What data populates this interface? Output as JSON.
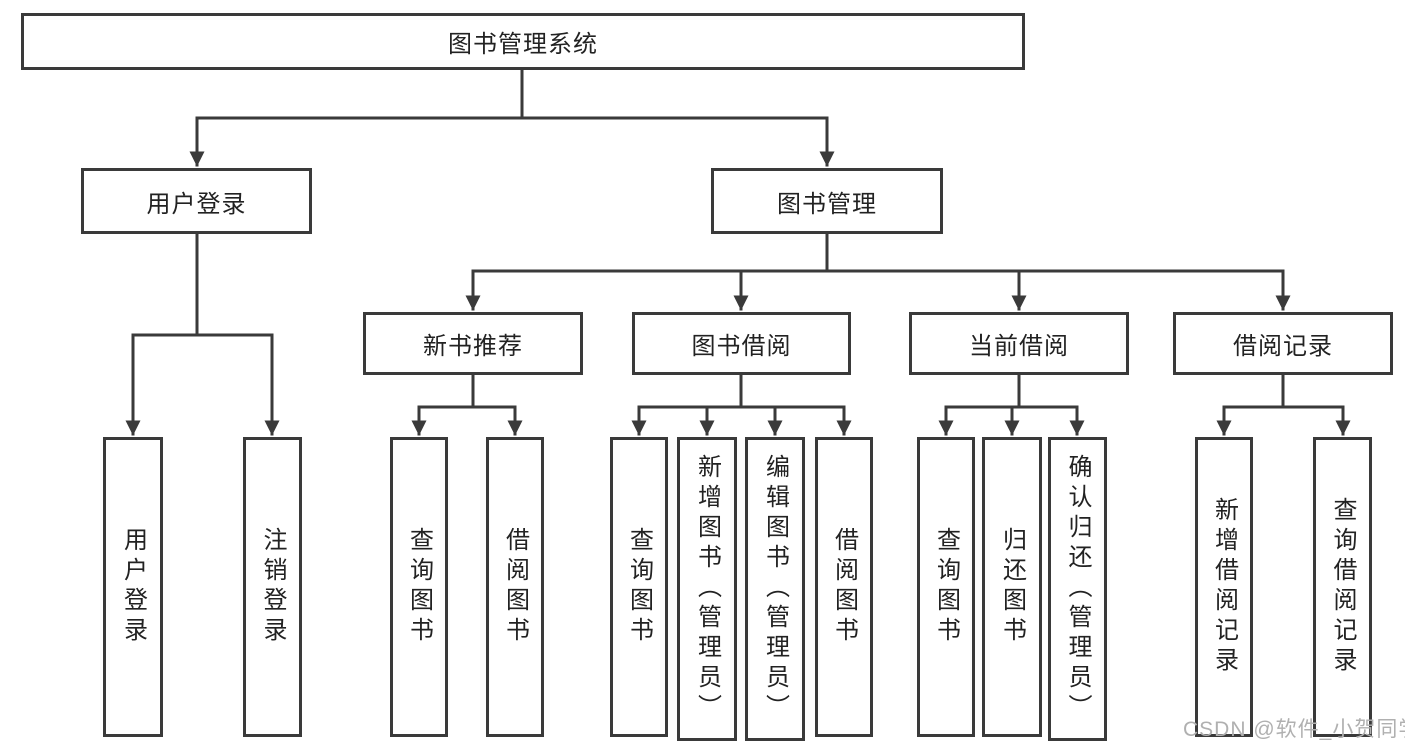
{
  "tree": {
    "root": {
      "label": "图书管理系统"
    },
    "branches": [
      {
        "label": "用户登录",
        "children": [
          {
            "label": "用户登录"
          },
          {
            "label": "注销登录"
          }
        ]
      },
      {
        "label": "图书管理",
        "children": [
          {
            "label": "新书推荐",
            "children": [
              {
                "label": "查询图书"
              },
              {
                "label": "借阅图书"
              }
            ]
          },
          {
            "label": "图书借阅",
            "children": [
              {
                "label": "查询图书"
              },
              {
                "label": "新增图书（管理员）"
              },
              {
                "label": "编辑图书（管理员）"
              },
              {
                "label": "借阅图书"
              }
            ]
          },
          {
            "label": "当前借阅",
            "children": [
              {
                "label": "查询图书"
              },
              {
                "label": "归还图书"
              },
              {
                "label": "确认归还（管理员）"
              }
            ]
          },
          {
            "label": "借阅记录",
            "children": [
              {
                "label": "新增借阅记录"
              },
              {
                "label": "查询借阅记录"
              }
            ]
          }
        ]
      }
    ]
  },
  "watermark": "CSDN @软件_小贺同学",
  "colors": {
    "line": "#3a3a3a",
    "box_border": "#3a3a3a",
    "box_fill": "#ffffff",
    "text": "#222222",
    "watermark": "#b0b0b0",
    "background": "#ffffff"
  }
}
